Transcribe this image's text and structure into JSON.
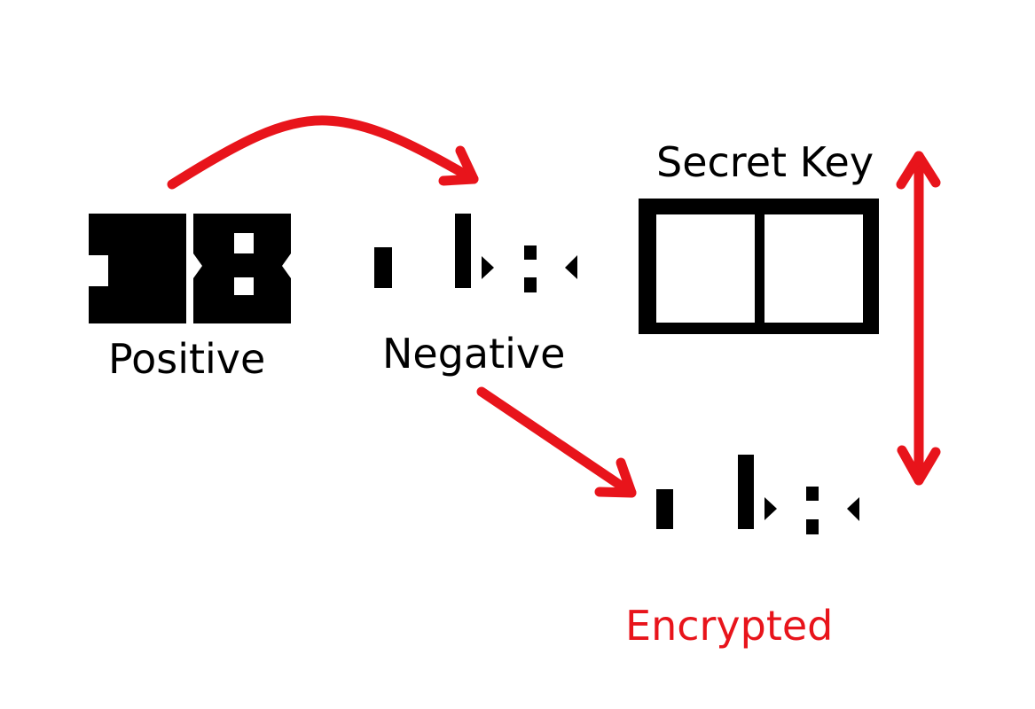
{
  "colors": {
    "ink": "#000000",
    "accent": "#e8141b",
    "background": "#ffffff"
  },
  "labels": {
    "positive": "Positive",
    "negative": "Negative",
    "secret_key": "Secret Key",
    "encrypted": "Encrypted"
  }
}
